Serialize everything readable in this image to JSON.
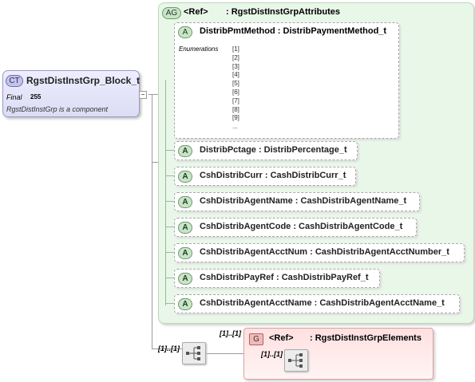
{
  "complex_type": {
    "badge": "CT",
    "name": "RgstDistInstGrp_Block_t",
    "final_label": "Final",
    "final_value": "255",
    "description": "RgstDistInstGrp is a component"
  },
  "attribute_group": {
    "badge": "AG",
    "ref": "<Ref>",
    "name": ": RgstDistInstGrpAttributes",
    "attributes": [
      {
        "badge": "A",
        "label": "DistribPmtMethod : DistribPaymentMethod_t",
        "enumerations_label": "Enumerations",
        "enumerations": [
          "[1]",
          "[2]",
          "[3]",
          "[4]",
          "[5]",
          "[6]",
          "[7]",
          "[8]",
          "[9]",
          "..."
        ]
      },
      {
        "badge": "A",
        "label": "DistribPctage : DistribPercentage_t"
      },
      {
        "badge": "A",
        "label": "CshDistribCurr : CashDistribCurr_t"
      },
      {
        "badge": "A",
        "label": "CshDistribAgentName : CashDistribAgentName_t"
      },
      {
        "badge": "A",
        "label": "CshDistribAgentCode : CashDistribAgentCode_t"
      },
      {
        "badge": "A",
        "label": "CshDistribAgentAcctNum : CashDistribAgentAcctNumber_t"
      },
      {
        "badge": "A",
        "label": "CshDistribPayRef : CashDistribPayRef_t"
      },
      {
        "badge": "A",
        "label": "CshDistribAgentAcctName : CashDistribAgentAcctName_t"
      }
    ]
  },
  "sequence": {
    "cardinality": "[1]..[1]",
    "icon": "sequence-icon"
  },
  "group": {
    "cardinality_outer": "[1]..[1]",
    "badge": "G",
    "ref": "<Ref>",
    "name": ": RgstDistInstGrpElements",
    "inner_cardinality": "[1]..[1]",
    "icon": "sequence-icon"
  }
}
